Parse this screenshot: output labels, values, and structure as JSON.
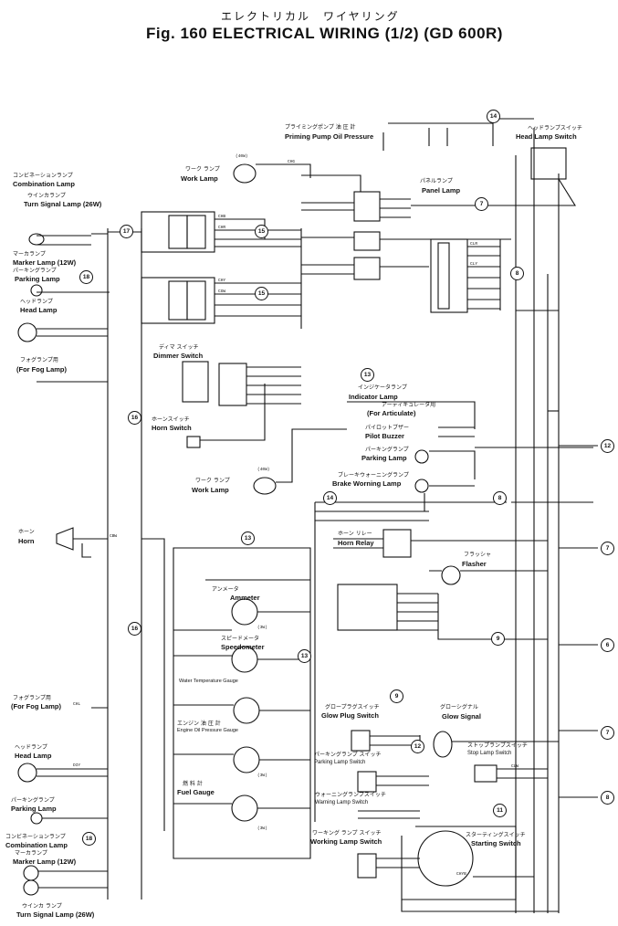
{
  "title_jp": "エレクトリカル　ワイヤリング",
  "title": "Fig. 160 ELECTRICAL  WIRING (1/2) (GD 600R)",
  "labels": {
    "priming_pump": "Priming Pump Oil Pressure",
    "priming_pump_jp": "プライミングポンプ 油 圧 計",
    "headlamp_switch": "Head Lamp Switch",
    "headlamp_switch_jp": "ヘッドランプスイッチ",
    "panel_lamp": "Panel Lamp",
    "panel_lamp_jp": "パネルランプ",
    "work_lamp_top": "Work Lamp",
    "work_lamp_top_jp": "ワーク ランプ",
    "combination_lamp_l": "Combination Lamp",
    "combination_lamp_l_jp": "コンビネーションランプ",
    "turn_signal_l": "Turn Signal Lamp (26W)",
    "turn_signal_l_jp": "ウインカランプ",
    "marker_lamp_l": "Marker Lamp (12W)",
    "marker_lamp_l_jp": "マーカランプ",
    "parking_lamp_l": "Parking Lamp",
    "parking_lamp_l_jp": "パーキングランプ",
    "head_lamp_l": "Head Lamp",
    "head_lamp_l_jp": "ヘッドランプ",
    "fog_lamp_l": "(For Fog Lamp)",
    "fog_lamp_l_jp": "フォグランプ用",
    "dimmer_switch": "Dimmer Switch",
    "dimmer_switch_jp": "ディマ スイッチ",
    "horn_switch": "Horn Switch",
    "horn_switch_jp": "ホーンスイッチ",
    "work_lamp_mid": "Work Lamp",
    "work_lamp_mid_jp": "ワーク ランプ",
    "indicator_lamp": "Indicator Lamp",
    "indicator_lamp_jp": "インジケータランプ",
    "for_articulate": "(For Articulate)",
    "for_articulate_jp": "アーティキュレータ用",
    "pilot_buzzer": "Pilot Buzzer",
    "pilot_buzzer_jp": "パイロットブザー",
    "parking_lamp_mid": "Parking Lamp",
    "parking_lamp_mid_jp": "パーキングランプ",
    "brake_warning": "Brake Worning Lamp",
    "brake_warning_jp": "ブレーキウォーニングランプ",
    "horn": "Horn",
    "horn_jp": "ホーン",
    "horn_relay": "Horn Relay",
    "horn_relay_jp": "ホーン リレー",
    "flasher": "Flasher",
    "flasher_jp": "フラッシャ",
    "ammeter": "Ammeter",
    "ammeter_jp": "アンメータ",
    "speedometer": "Speedometer",
    "speedometer_jp": "スピードメータ",
    "water_temp": "Water Temperature Gauge",
    "oil_pressure": "Engine Oil Pressure Gauge",
    "oil_pressure_jp": "エンジン 油 圧 計",
    "fuel_gauge": "Fuel Gauge",
    "fuel_gauge_jp": "燃 料 計",
    "fog_lamp_b": "(For Fog Lamp)",
    "fog_lamp_b_jp": "フォグランプ用",
    "glow_plug_switch": "Glow Plug Switch",
    "glow_plug_switch_jp": "グロープラグスイッチ",
    "glow_signal": "Glow Signal",
    "glow_signal_jp": "グローシグナル",
    "parking_lamp_switch": "Parking Lamp Switch",
    "parking_lamp_switch_jp": "パーキングランプ スイッチ",
    "stop_lamp_switch": "Stop Lamp Switch",
    "stop_lamp_switch_jp": "ストップランプスイッチ",
    "warning_lamp_switch": "Warning Lamp Switch",
    "warning_lamp_switch_jp": "ウォーニングランプスイッチ",
    "working_lamp_switch": "Working Lamp Switch",
    "working_lamp_switch_jp": "ワーキング ランプ スイッチ",
    "starting_switch": "Starting Switch",
    "starting_switch_jp": "スターティングスイッチ",
    "head_lamp_b": "Head Lamp",
    "head_lamp_b_jp": "ヘッドランプ",
    "parking_lamp_b": "Parking Lamp",
    "parking_lamp_b_jp": "パーキングランプ",
    "combination_lamp_b": "Combination Lamp",
    "combination_lamp_b_jp": "コンビネーションランプ",
    "marker_lamp_b": "Marker Lamp (12W)",
    "marker_lamp_b_jp": "マーカランプ",
    "turn_signal_b": "Turn Signal Lamp (26W)",
    "turn_signal_b_jp": "ウインカ ランプ",
    "w40_top": "(40W)",
    "w40_mid": "(40W)",
    "w3_a": "(3W)",
    "w3_b": "(3W)",
    "w3_c": "(3W)"
  },
  "circle_numbers": {
    "n14_top": "14",
    "n17": "17",
    "n15a": "15",
    "n15b": "15",
    "n7a": "7",
    "n8a": "8",
    "n18a": "18",
    "n13a": "13",
    "n16a": "16",
    "n12a": "12",
    "n14b": "14",
    "n8b": "8",
    "n13b": "13",
    "n7b": "7",
    "n16b": "16",
    "n13c": "13",
    "n9a": "9",
    "n6a": "6",
    "n9b": "9",
    "n12b": "12",
    "n7c": "7",
    "n11": "11",
    "n8c": "8",
    "n18b": "18"
  },
  "wire_codes": {
    "w1": "CHB",
    "w2": "CHR",
    "w3": "CHY",
    "w4": "CGW",
    "w5": "CLR",
    "w6": "CLY",
    "w7": "CHG",
    "w8": "CBW",
    "w9": "DIY",
    "w10": "CHL",
    "w11": "CHYB",
    "w12": "CLW"
  }
}
